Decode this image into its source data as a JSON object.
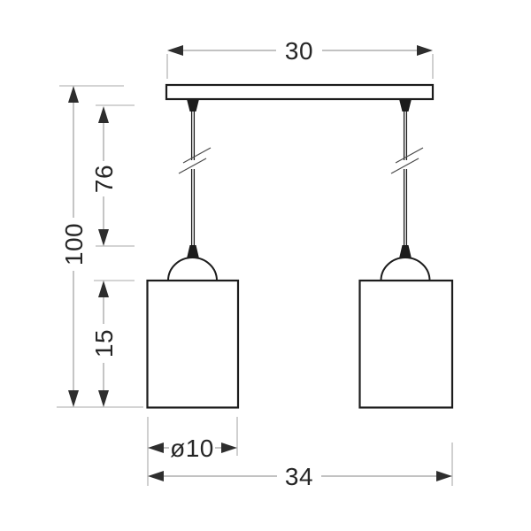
{
  "drawing": {
    "title": "pendant-lamp-dimension-diagram",
    "colors": {
      "background": "#ffffff",
      "outline": "#1c1c1c",
      "dimension_line": "#9e9e9e",
      "arrow": "#2e2e2e",
      "text": "#262626"
    },
    "dimensions": {
      "canopy_width": "30",
      "total_height": "100",
      "cord_length": "76",
      "shade_height": "15",
      "shade_diameter": "ø10",
      "overall_width": "34"
    }
  }
}
